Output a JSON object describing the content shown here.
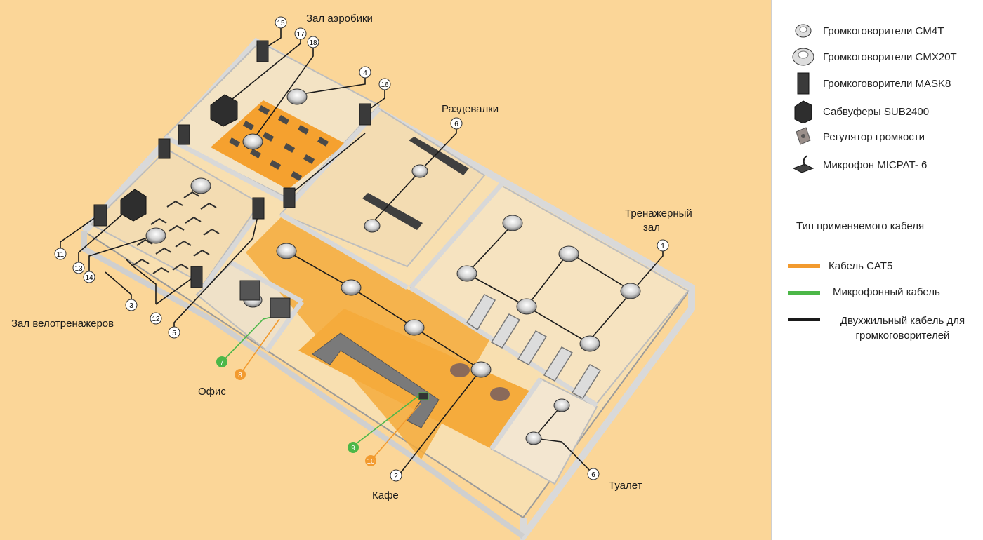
{
  "rooms": {
    "aerobics": "Зал аэробики",
    "locker": "Раздевалки",
    "gym": "Тренажерный зал",
    "cycling": "Зал велотренажеров",
    "office": "Офис",
    "cafe": "Кафе",
    "toilet": "Туалет"
  },
  "markers": {
    "m1": "1",
    "m2": "2",
    "m3": "3",
    "m4": "4",
    "m5": "5",
    "m6a": "6",
    "m6b": "6",
    "m7": "7",
    "m8": "8",
    "m9": "9",
    "m10": "10",
    "m11": "11",
    "m12": "12",
    "m13": "13",
    "m14": "14",
    "m15": "15",
    "m16": "16",
    "m17": "17",
    "m18": "18"
  },
  "legend": {
    "items": [
      {
        "label": "Громкоговорители CM4T",
        "icon": "ceiling-speaker-small-icon"
      },
      {
        "label": "Громкоговорители CMX20T",
        "icon": "ceiling-speaker-large-icon"
      },
      {
        "label": "Громкоговорители MASK8",
        "icon": "box-speaker-icon"
      },
      {
        "label": "Сабвуферы SUB2400",
        "icon": "subwoofer-icon"
      },
      {
        "label": "Регулятор громкости",
        "icon": "volume-control-icon"
      },
      {
        "label": "Микрофон MICPAT- 6",
        "icon": "microphone-icon"
      }
    ],
    "cable_title": "Тип применяемого кабеля",
    "cables": [
      {
        "label": "Кабель CAT5",
        "color": "#f29a2e"
      },
      {
        "label": "Микрофонный кабель",
        "color": "#4cb748"
      },
      {
        "label": "Двухжильный кабель для громкоговорителей",
        "color": "#1a1a1a"
      }
    ]
  },
  "colors": {
    "background": "#fbd698",
    "floor_accent": "#f5a93a",
    "wall": "#e6e6e6",
    "cat5": "#f29a2e",
    "mic": "#4cb748",
    "speaker_cable": "#1a1a1a"
  }
}
